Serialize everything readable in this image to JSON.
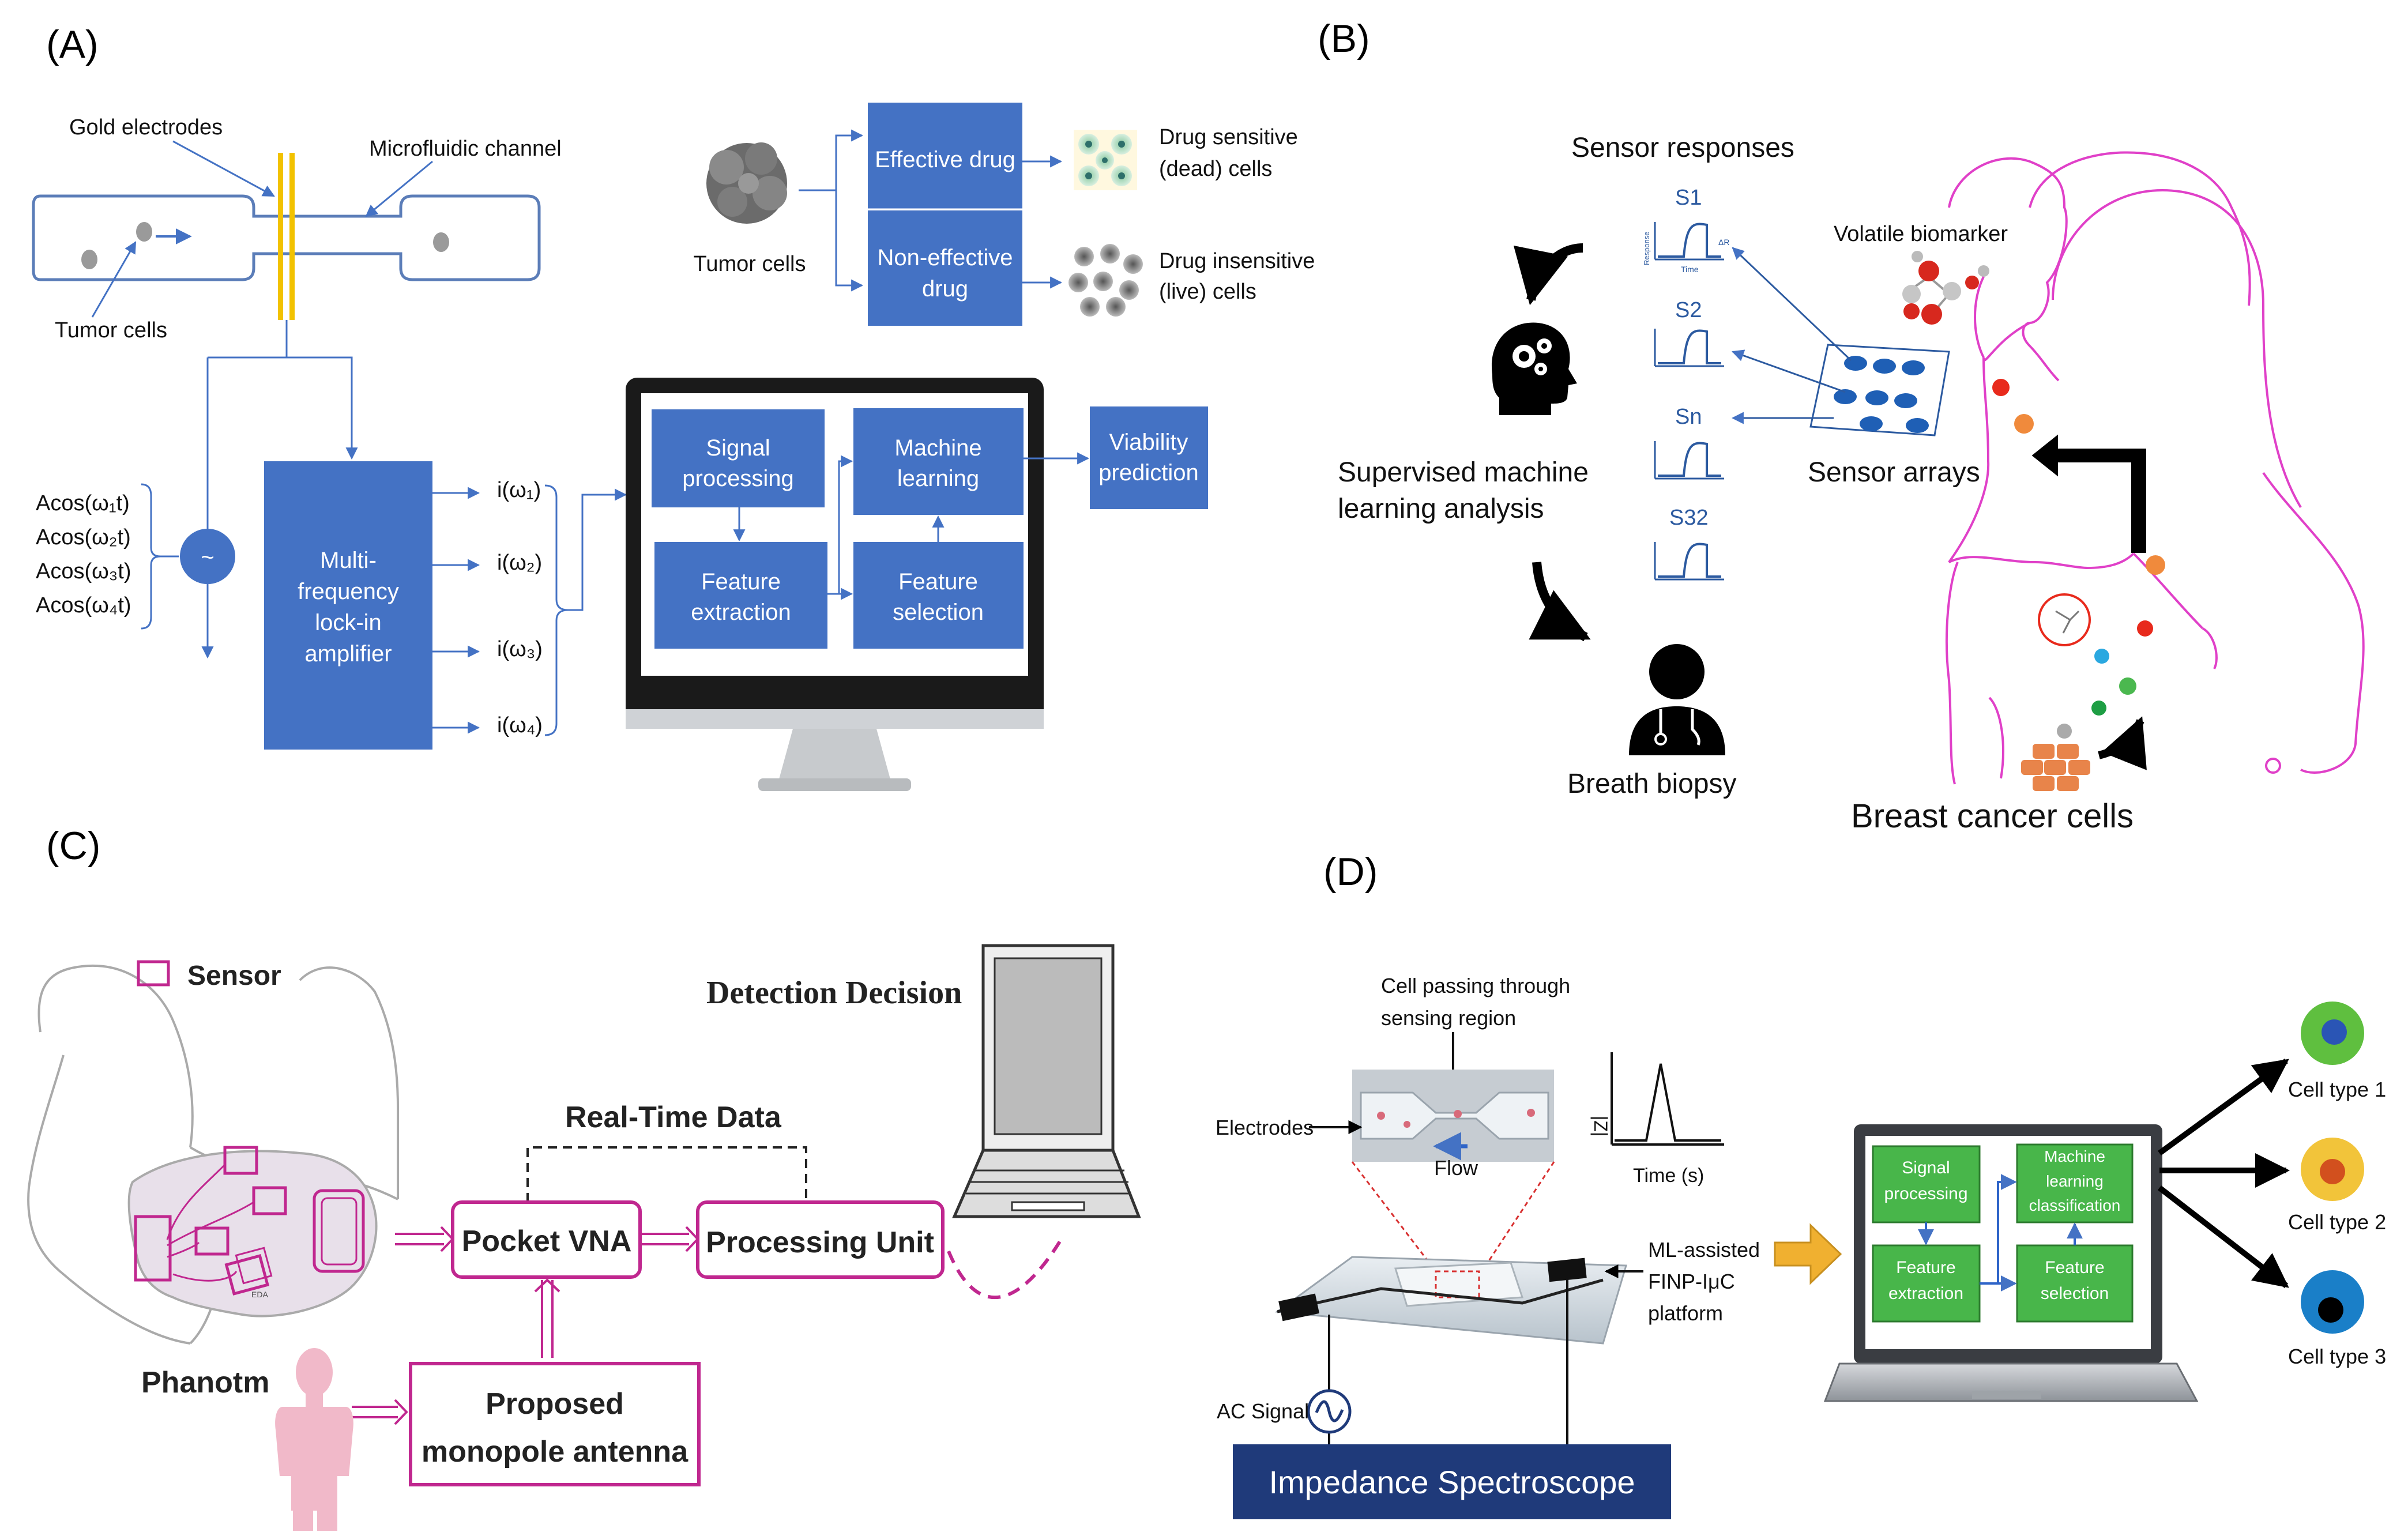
{
  "panel_labels": {
    "a": "(A)",
    "b": "(B)",
    "c": "(C)",
    "d": "(D)"
  },
  "panel_a": {
    "gold_electrodes": "Gold electrodes",
    "microfluidic_channel": "Microfluidic channel",
    "tumor_cells_chip": "Tumor cells",
    "tumor_cells": "Tumor cells",
    "effective_drug": "Effective drug",
    "non_effective_drug": [
      "Non-effective",
      "drug"
    ],
    "drug_sensitive": [
      "Drug sensitive",
      "(dead) cells"
    ],
    "drug_insensitive": [
      "Drug insensitive",
      "(live) cells"
    ],
    "signal_sources": [
      "Acos(ω₁t)",
      "Acos(ω₂t)",
      "Acos(ω₃t)",
      "Acos(ω₄t)"
    ],
    "oscillator_symbol": "~",
    "amplifier": [
      "Multi-",
      "frequency",
      "lock-in",
      "amplifier"
    ],
    "currents": [
      "i(ω₁)",
      "i(ω₂)",
      "i(ω₃)",
      "i(ω₄)"
    ],
    "signal_processing": [
      "Signal",
      "processing"
    ],
    "machine_learning": [
      "Machine",
      "learning"
    ],
    "feature_extraction": [
      "Feature",
      "extraction"
    ],
    "feature_selection": [
      "Feature",
      "selection"
    ],
    "viability_prediction": [
      "Viability",
      "prediction"
    ]
  },
  "panel_b": {
    "sensor_responses": "Sensor responses",
    "sensors": [
      "S1",
      "S2",
      "Sn",
      "S32"
    ],
    "plot_ylabel": "Response",
    "plot_xlabel": "Time",
    "plot_delta": "ΔR",
    "volatile_biomarker": "Volatile biomarker",
    "supervised": [
      "Supervised machine",
      "learning analysis"
    ],
    "sensor_arrays": "Sensor arrays",
    "breath_biopsy": "Breath biopsy",
    "breast_cancer_cells": "Breast cancer cells"
  },
  "panel_c": {
    "sensor_legend": "Sensor",
    "detection_decision": "Detection Decision",
    "real_time_data": "Real-Time Data",
    "pocket_vna": "Pocket VNA",
    "processing_unit": "Processing Unit",
    "phantom": "Phanotm",
    "antenna": [
      "Proposed",
      "monopole antenna"
    ],
    "eda_label": "EDA"
  },
  "panel_d": {
    "cell_passing": [
      "Cell passing through",
      "sensing region"
    ],
    "electrodes": "Electrodes",
    "flow": "Flow",
    "z_label": "|Z|",
    "time_label": "Time (s)",
    "platform": [
      "ML-assisted",
      "FINP-IμC",
      "platform"
    ],
    "ac_signal": "AC Signal",
    "impedance": "Impedance Spectroscope",
    "signal_processing": [
      "Signal",
      "processing"
    ],
    "ml_classification": [
      "Machine",
      "learning",
      "classification"
    ],
    "feature_extraction": [
      "Feature",
      "extraction"
    ],
    "feature_selection": [
      "Feature",
      "selection"
    ],
    "cell_types": [
      "Cell type 1",
      "Cell type 2",
      "Cell type 3"
    ]
  },
  "colors": {
    "box_blue": "#4472c4",
    "gold": "#f2c200",
    "magenta": "#c0278f",
    "pink_line": "#e040c8",
    "orange": "#f08a3c",
    "green_box": "#48b64a",
    "navy": "#1f3a7a",
    "arrow_orange": "#f0b030"
  }
}
